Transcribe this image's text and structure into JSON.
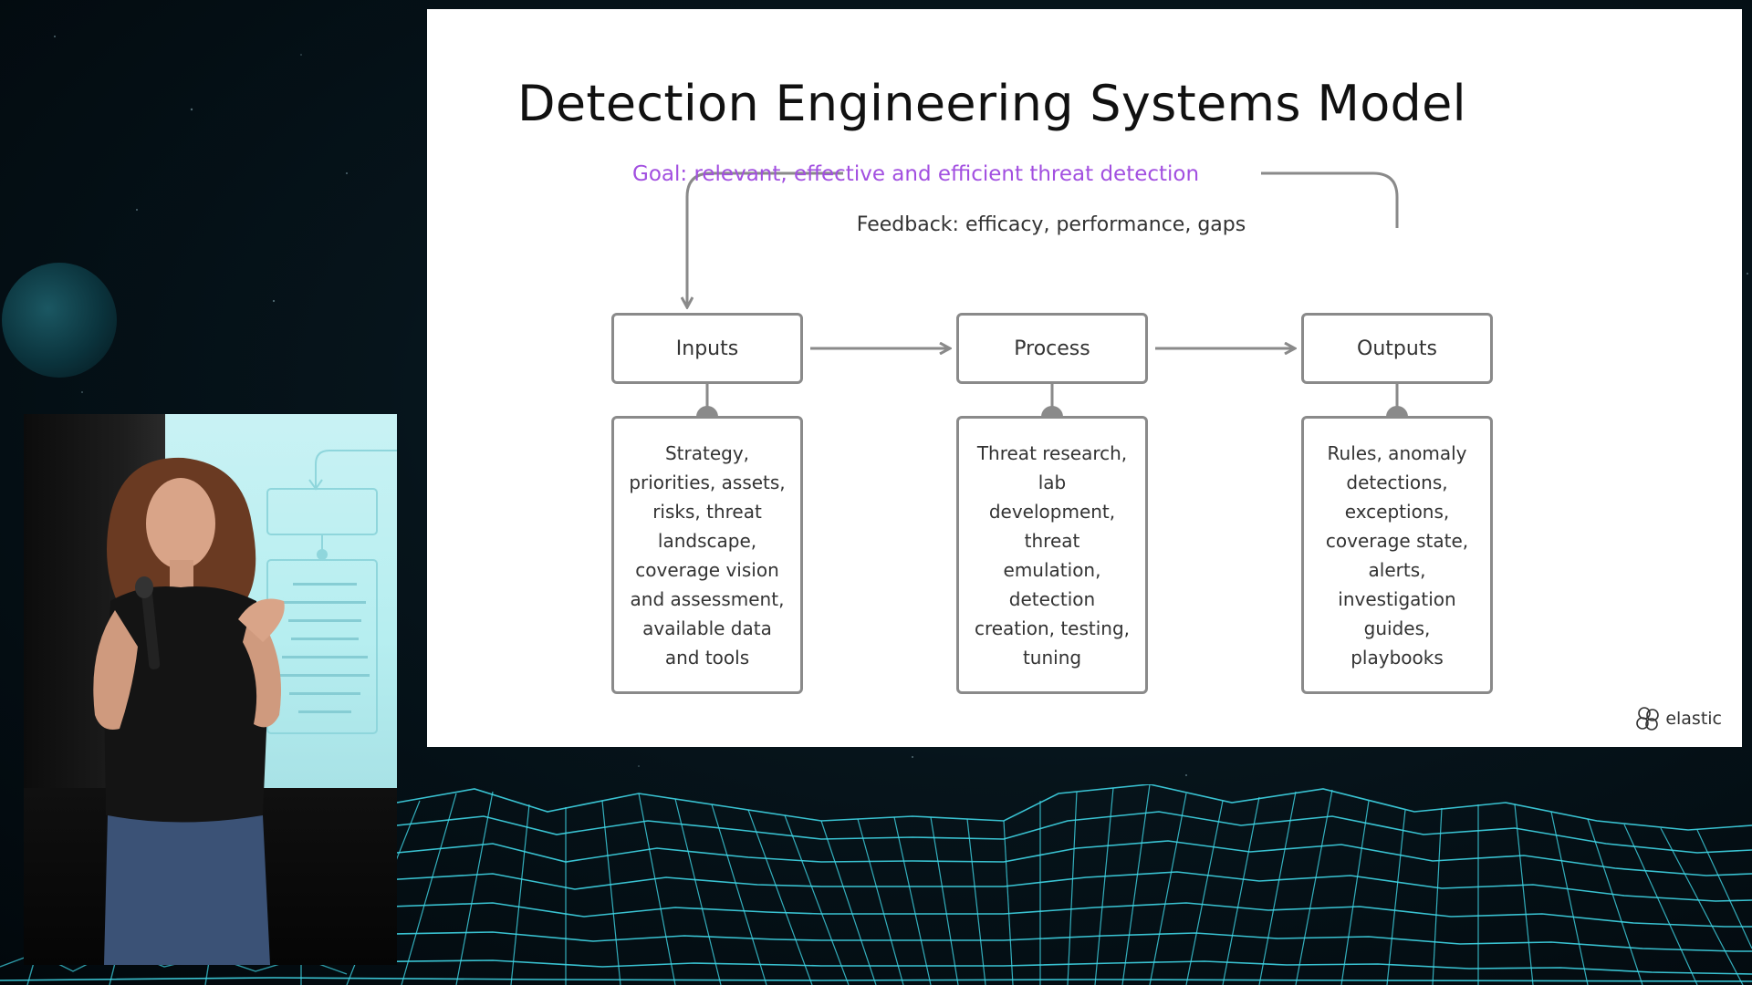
{
  "slide": {
    "title": "Detection Engineering Systems Model",
    "goal": "Goal: relevant, effective and efficient threat detection",
    "feedback": "Feedback: efficacy, performance, gaps",
    "nodes": [
      {
        "label": "Inputs",
        "detail": "Strategy, priorities, assets, risks, threat landscape, coverage vision and assessment, available data and tools"
      },
      {
        "label": "Process",
        "detail": "Threat research, lab development, threat emulation, detection creation, testing, tuning"
      },
      {
        "label": "Outputs",
        "detail": "Rules, anomaly detections, exceptions, coverage state, alerts, investigation guides, playbooks"
      }
    ],
    "brand": "elastic"
  },
  "colors": {
    "goal": "#a24fe0",
    "lines": "#8a8a8a",
    "terrain": "#3fd6e6",
    "background": "#06141b"
  },
  "icons": {
    "brand_logo": "elastic-logo-icon"
  }
}
